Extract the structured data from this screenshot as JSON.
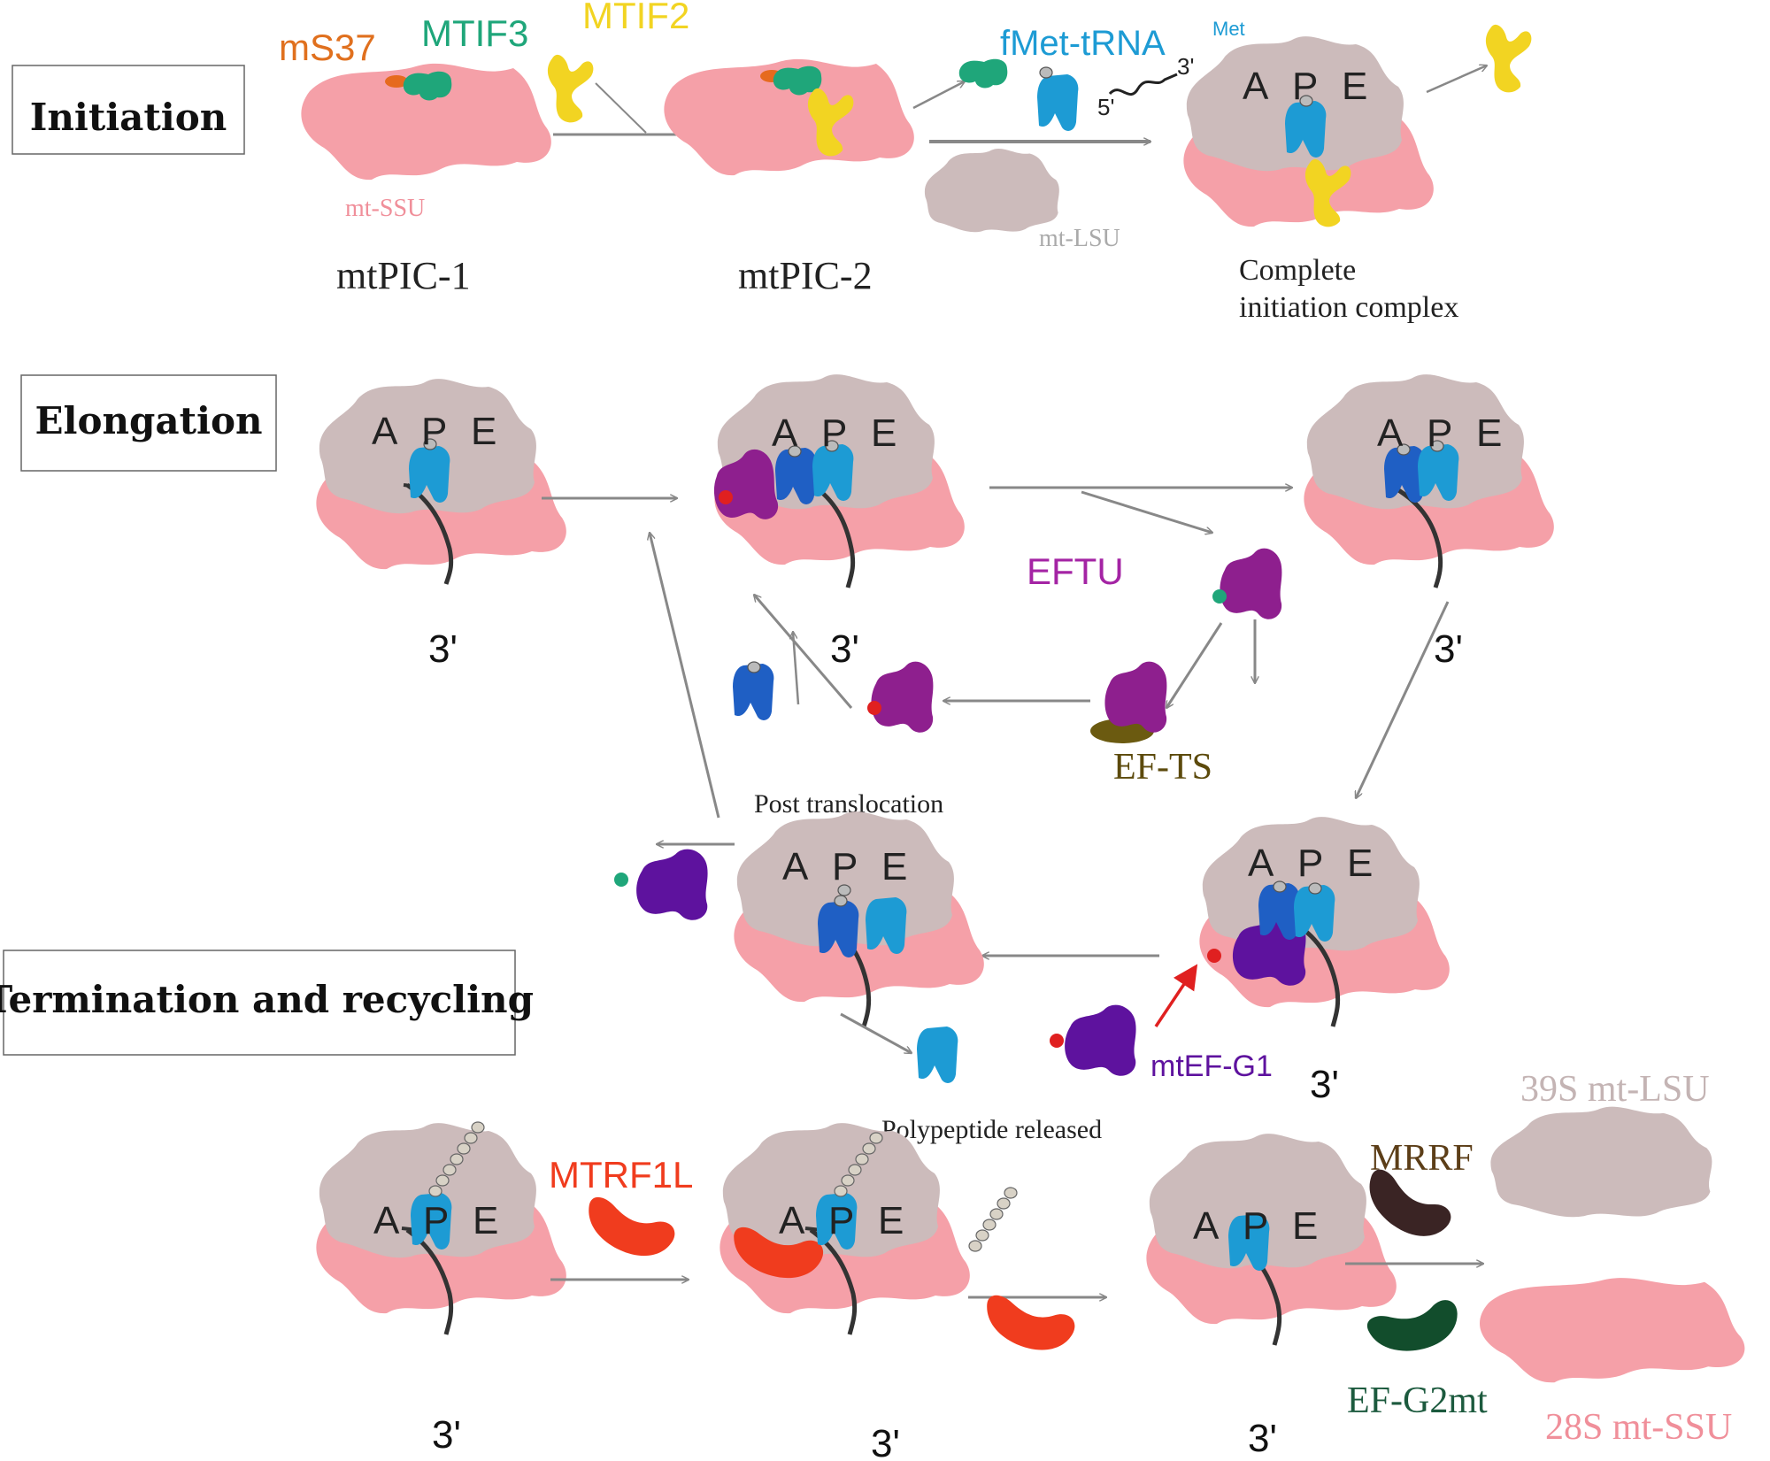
{
  "sections": {
    "initiation": "Initiation",
    "elongation": "Elongation",
    "termination": "Termination and recycling"
  },
  "labels": {
    "ms37": "mS37",
    "mtif3": "MTIF3",
    "mtif2": "MTIF2",
    "mt_ssu": "mt-SSU",
    "mt_lsu": "mt-LSU",
    "fmet_trna": "fMet-tRNA",
    "fmet_sup": "Met",
    "mtpic1": "mtPIC-1",
    "mtpic2": "mtPIC-2",
    "complete_line1": "Complete",
    "complete_line2": "initiation complex",
    "mrna_5": "5'",
    "mrna_3": "3'",
    "eftu": "EFTU",
    "efts": "EF-TS",
    "post_translocation": "Post translocation",
    "mtefg1": "mtEF-G1",
    "polypeptide_released": "Polypeptide released",
    "mtrf1l": "MTRF1L",
    "mrrf": "MRRF",
    "ef_g2mt": "EF-G2mt",
    "lsu39": "39S mt-LSU",
    "ssu28": "28S mt-SSU",
    "three_prime": "3'",
    "site_a": "A",
    "site_p": "P",
    "site_e": "E"
  },
  "colors": {
    "ssu": "#f5a0a8",
    "lsu": "#ccbbbb",
    "mS37": "#e66a1e",
    "mtif3": "#1fa67a",
    "mtif2": "#f2d422",
    "trna_light": "#1d9bd4",
    "trna_dark": "#1f5fc4",
    "eftu": "#8e1f8e",
    "efts": "#6b5a10",
    "mtefg1": "#5e129e",
    "mtrf1l": "#f03c1e",
    "mrrf": "#3a2424",
    "ef_g2mt": "#124d2c",
    "arrow": "#888888",
    "red_arrow": "#e02020"
  }
}
